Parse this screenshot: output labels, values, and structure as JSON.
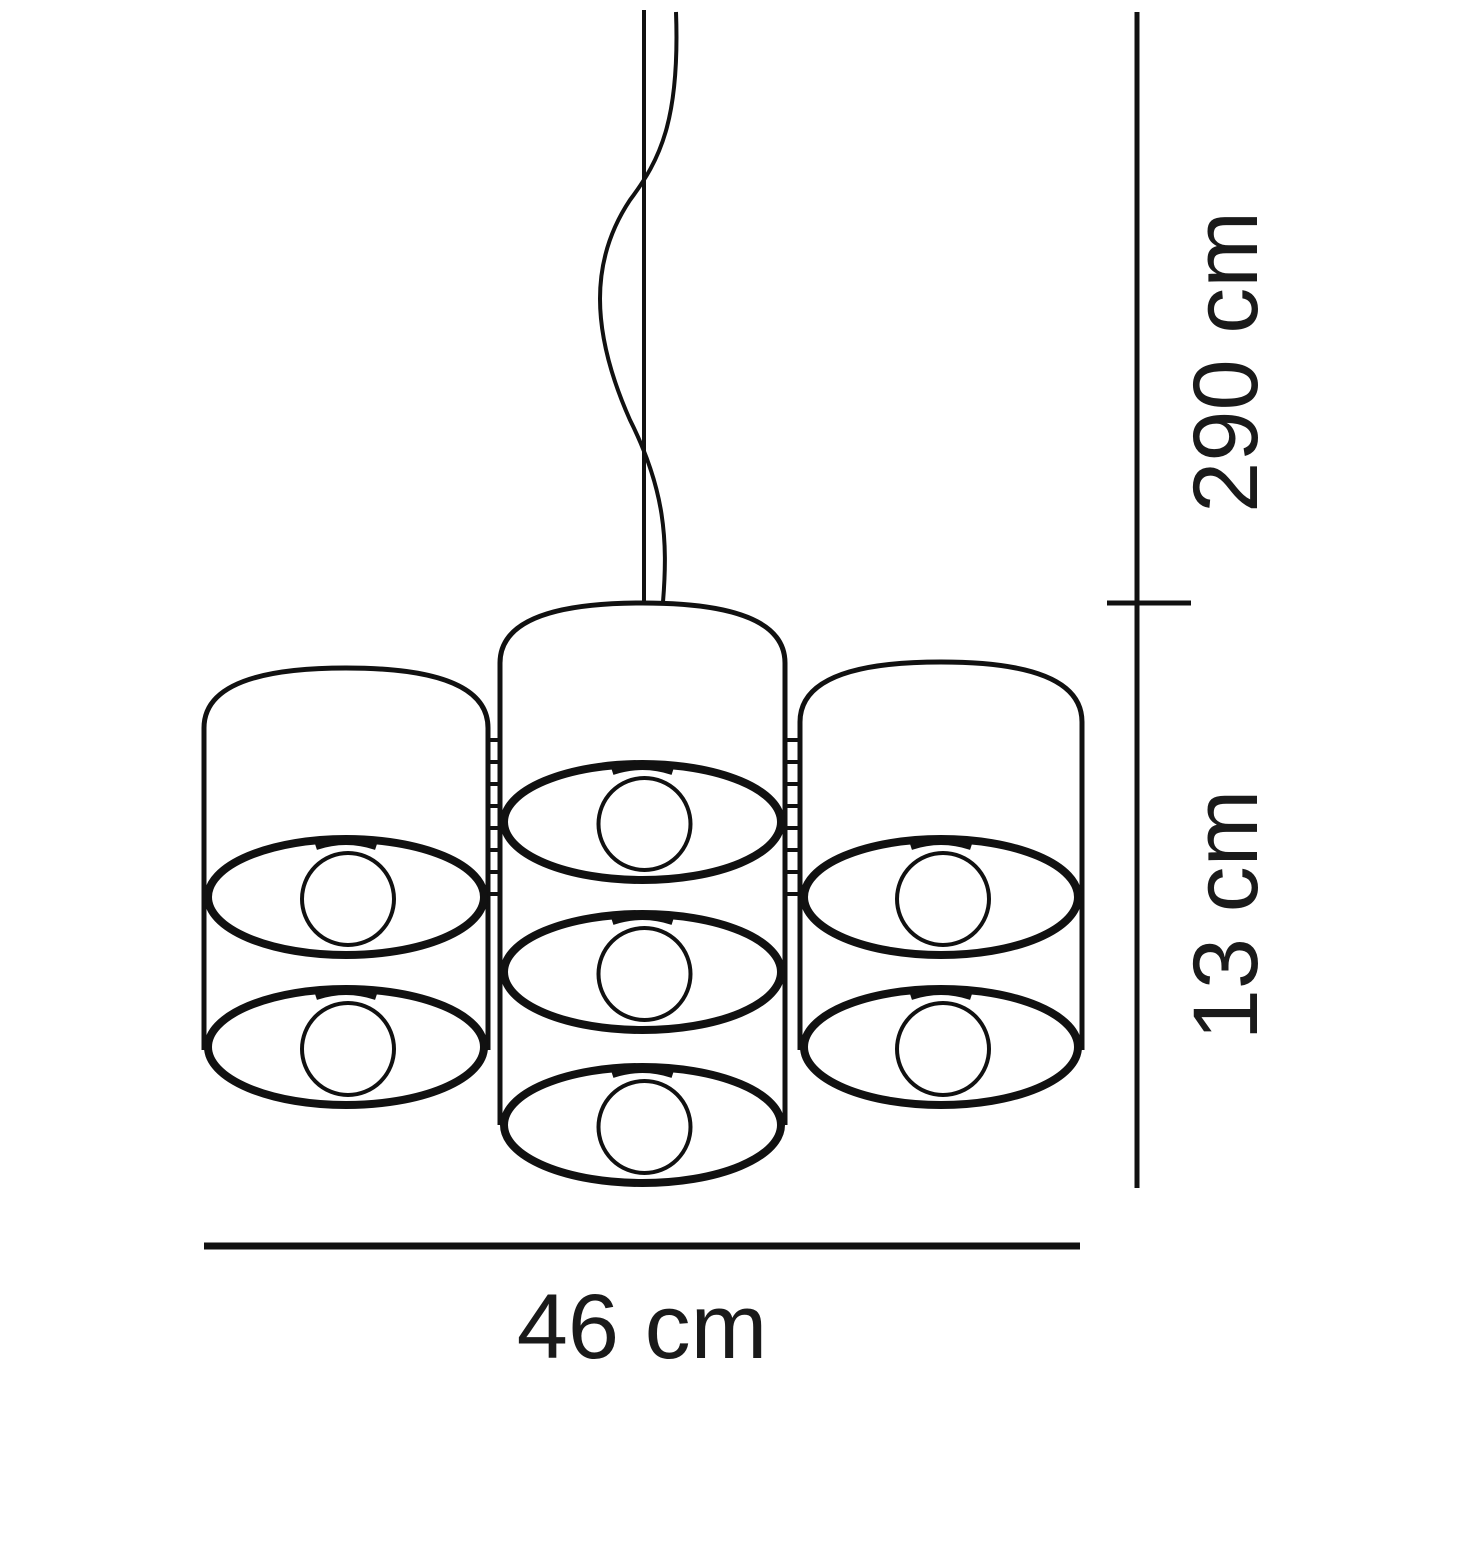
{
  "dimensions": {
    "width_label": "46 cm",
    "cable_length_label": "290 cm",
    "height_label": "13 cm"
  },
  "colors": {
    "line": "#111111",
    "background": "#ffffff"
  }
}
